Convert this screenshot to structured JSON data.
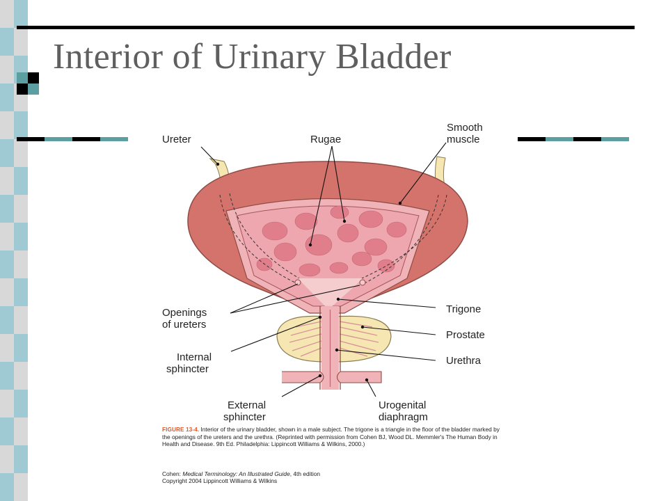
{
  "slide": {
    "title": "Interior of Urinary Bladder",
    "colors": {
      "teal": "#5b9fa0",
      "light_teal": "#9fcad3",
      "grid_gray": "#d8d8d8",
      "title_gray": "#5f5f5f",
      "bladder_outer": "#d4736b",
      "bladder_inner": "#efa9b0",
      "prostate": "#f6e6b1"
    }
  },
  "figure": {
    "labels": {
      "ureter": "Ureter",
      "rugae": "Rugae",
      "smooth_muscle": [
        "Smooth",
        "muscle"
      ],
      "openings_of_ureters": [
        "Openings",
        "of ureters"
      ],
      "trigone": "Trigone",
      "prostate": "Prostate",
      "internal_sphincter": [
        "Internal",
        "sphincter"
      ],
      "urethra": "Urethra",
      "external_sphincter": [
        "External",
        "sphincter"
      ],
      "urogenital_diaphragm": [
        "Urogenital",
        "diaphragm"
      ]
    },
    "caption": {
      "figure_number": "FIGURE 13-4.",
      "text": " Interior of the urinary bladder, shown in a male subject. The trigone is a triangle in the floor of the bladder marked by the openings of the ureters and the urethra. (Reprinted with permission from Cohen BJ, Wood DL. Memmler's The Human Body in Health and Disease. 9th Ed. Philadelphia: Lippincott Williams & Wilkins, 2000.)"
    },
    "credit": {
      "prefix": "Cohen: ",
      "book": "Medical Terminology: An Illustrated Guide",
      "edition": ", 4th edition",
      "copyright": "Copyright 2004 Lippincott Williams & Wilkins"
    }
  }
}
